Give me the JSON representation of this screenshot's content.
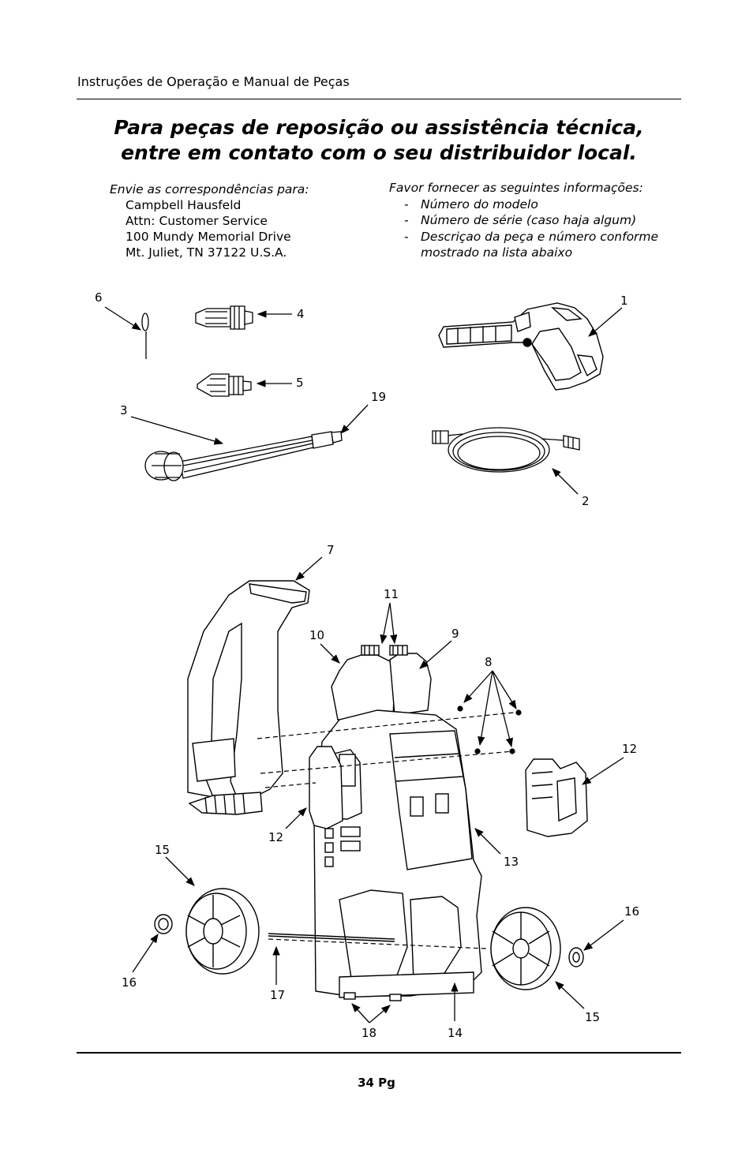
{
  "header": {
    "title": "Instruções de Operação e Manual de Peças"
  },
  "heading": {
    "line1": "Para peças de reposição ou assistência técnica,",
    "line2": "entre em contato com o seu distribuidor local."
  },
  "address": {
    "intro": "Envie as correspondências para:",
    "lines": [
      "Campbell Hausfeld",
      "Attn: Customer Service",
      "100 Mundy Memorial Drive",
      "Mt. Juliet, TN 37122 U.S.A."
    ]
  },
  "info": {
    "intro": "Favor fornecer as seguintes informações:",
    "dash": "-",
    "items": [
      "Número do modelo",
      "Número de série (caso haja algum)",
      "Descriçao da peça e número conforme mostrado na lista abaixo"
    ]
  },
  "callouts": {
    "c1": "1",
    "c2": "2",
    "c3": "3",
    "c4": "4",
    "c5": "5",
    "c6": "6",
    "c7": "7",
    "c8": "8",
    "c9": "9",
    "c10": "10",
    "c11": "11",
    "c12a": "12",
    "c12b": "12",
    "c13": "13",
    "c14": "14",
    "c15a": "15",
    "c15b": "15",
    "c16a": "16",
    "c16b": "16",
    "c17": "17",
    "c18": "18",
    "c19": "19"
  },
  "footer": {
    "page": "34 Pg"
  }
}
